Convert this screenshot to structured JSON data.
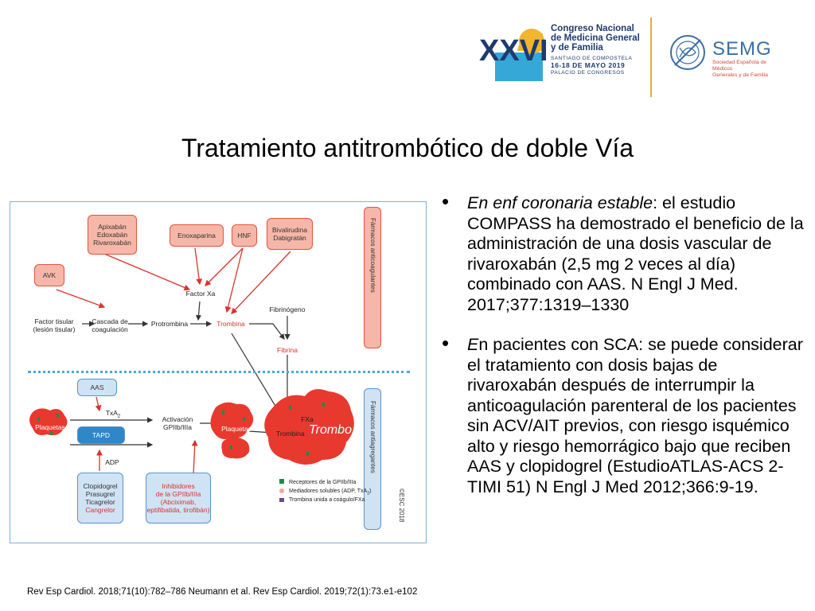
{
  "slide": {
    "title": "Tratamiento antitrombótico de doble Vía",
    "reference": "Rev Esp Cardiol. 2018;71(10):782–786 Neumann et al.  Rev Esp Cardiol. 2019;72(1):73.e1-e102"
  },
  "header": {
    "congress_roman": "XXVI",
    "congress_name_1": "Congreso Nacional",
    "congress_name_2": "de Medicina General",
    "congress_name_3": "y de Familia",
    "congress_city": "SANTIAGO DE COMPOSTELA",
    "congress_dates": "16-18 DE MAYO 2019",
    "congress_venue": "PALACIO DE CONGRESOS",
    "semg_title": "SEMG",
    "semg_sub_1": "Sociedad Española de Médicos",
    "semg_sub_2": "Generales y de Familia"
  },
  "diagram": {
    "drug_apix": "Apixabán",
    "drug_edox": "Edoxabán",
    "drug_rivar": "Rivaroxabán",
    "drug_enox": "Enoxaparina",
    "drug_hnf": "HNF",
    "drug_bival": "Bivalirudina",
    "drug_dabig": "Dabigratán",
    "drug_avk": "AVK",
    "factor_xa": "Factor Xa",
    "factor_tisular_1": "Factor tisular",
    "factor_tisular_2": "(lesión tisular)",
    "cascada_1": "Cascada de",
    "cascada_2": "coagulación",
    "protrombina": "Protrombina",
    "trombina": "Trombina",
    "fibrinogeno": "Fibrinógeno",
    "fibrina": "Fibrina",
    "anticoag_label": "Fármacos anticoagulantes",
    "antiagreg_label": "Fármacos antiagregantes",
    "aas": "AAS",
    "txa2": "TxA",
    "tapd": "TAPD",
    "adp": "ADP",
    "plaquetas": "Plaquetas",
    "activacion_1": "Activación",
    "activacion_2": "GPIIb/IIIa",
    "clopi": "Clopidogrel",
    "prasu": "Prasugrel",
    "ticag": "Ticagrelor",
    "cangre": "Cangrelor",
    "inhib_1": "Inhibidores",
    "inhib_2": "de la GPIIb/IIIa",
    "inhib_3": "(Abciximab,",
    "inhib_4": "eptifibatida, tirofibán)",
    "trombo": "Trombo",
    "fxa": "FXa",
    "legend_1": "Receptores de la GPIIb/IIIa",
    "legend_2": "Mediadores solubles (ADP, TxA",
    "legend_3": "Trombina unida a coágulo/FXa",
    "esc": "©ESC 2018",
    "colors": {
      "red_box": "#f6b7a8",
      "blue_box": "#cfe3f4",
      "dark_blue": "#2f87c8",
      "thrombus": "#e8392e",
      "platelet_dot": "#1e8a4a"
    }
  },
  "bullets": [
    {
      "italic": "En enf coronaria estable",
      "text": ": el estudio COMPASS ha demostrado el beneficio de la administración de una dosis vascular de rivaroxabán (2,5 mg 2 veces al día) combinado con AAS. N Engl J Med. 2017;377:1319–1330"
    },
    {
      "italic": "E",
      "text": "n pacientes con SCA:  se puede considerar el tratamiento con dosis bajas de rivaroxabán después de interrumpir la anticoagulación parenteral de los pacientes sin ACV/AIT previos, con riesgo isquémico alto y riesgo hemorrágico bajo que reciben AAS y clopidogrel (EstudioATLAS-ACS 2-TIMI 51) N Engl J Med 2012;366:9-19."
    }
  ]
}
